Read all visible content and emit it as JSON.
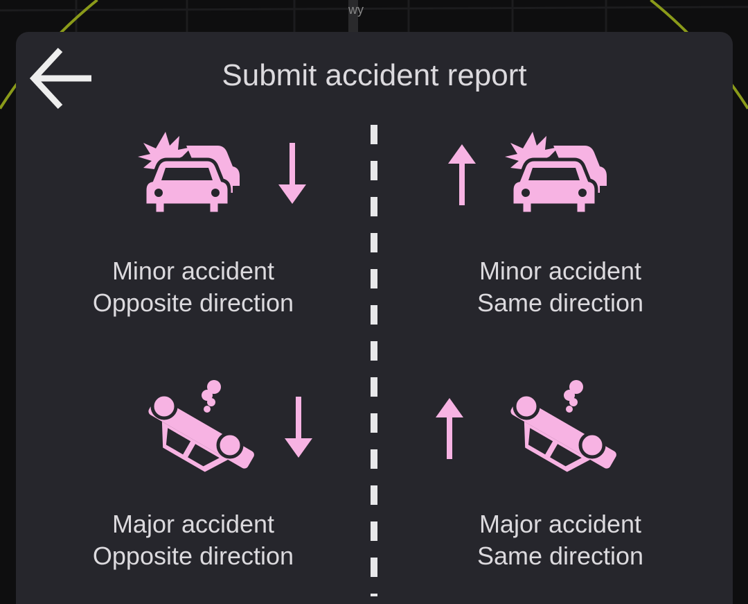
{
  "header": {
    "title": "Submit accident report",
    "back_icon": "arrow-left-icon"
  },
  "map": {
    "road_label": "wy"
  },
  "colors": {
    "accent": "#f7b3e3",
    "panel": "#26262c",
    "text": "#dcdade",
    "ring": "#8a9a1a"
  },
  "options": [
    {
      "line1": "Minor accident",
      "line2": "Opposite direction",
      "icon": "minor-accident-icon",
      "arrow": "arrow-down-icon"
    },
    {
      "line1": "Minor accident",
      "line2": "Same direction",
      "icon": "minor-accident-icon",
      "arrow": "arrow-up-icon"
    },
    {
      "line1": "Major accident",
      "line2": "Opposite direction",
      "icon": "major-accident-icon",
      "arrow": "arrow-down-icon"
    },
    {
      "line1": "Major accident",
      "line2": "Same direction",
      "icon": "major-accident-icon",
      "arrow": "arrow-up-icon"
    }
  ]
}
